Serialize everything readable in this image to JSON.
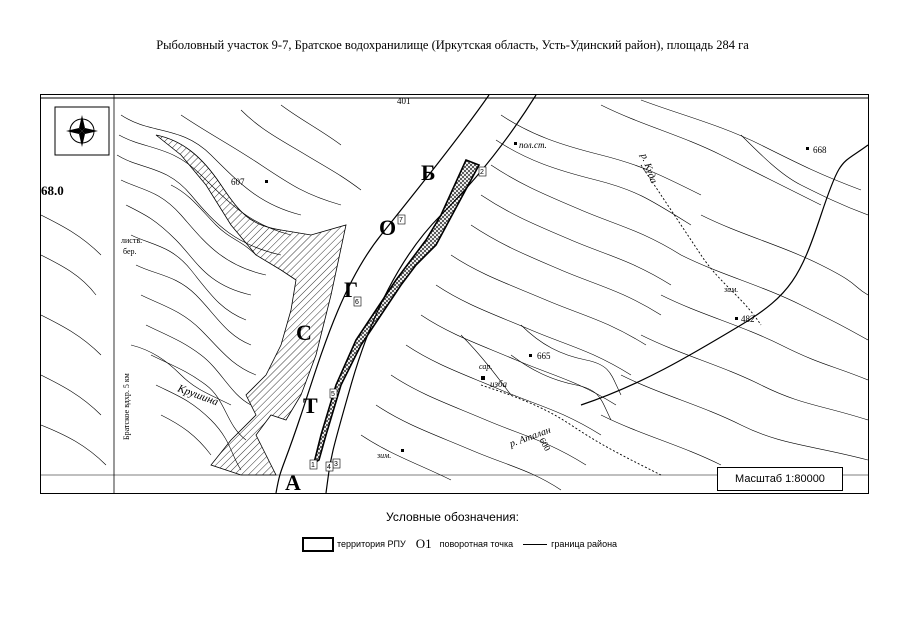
{
  "title": "Рыболовный участок 9-7, Братское водохранилище (Иркутская область, Усть-Удинский район), площадь 284 га",
  "map": {
    "compass_icon": "compass-rose-icon",
    "scale_label": "Масштаб 1:80000",
    "labels": {
      "edge_68": "68.0",
      "elev_401": "401",
      "elev_607": "607",
      "elev_668": "668",
      "elev_482": "482",
      "elev_665": "665",
      "elev_600": "600",
      "pol_st": "пол.ст.",
      "listv": "листв.",
      "ber": "бер.",
      "zim_1": "зим.",
      "zim_2": "зим.",
      "sar": "сар.",
      "izba": "изба",
      "krushina": "Крушина",
      "r_kuda": "р. Куда",
      "r_atalan": "р. Аталан",
      "bratskoe_vdkhr": "Братское вдхр. 5 км",
      "reservoir_letters": [
        "Т",
        "С",
        "Г",
        "О",
        "Б",
        "А"
      ],
      "point_1": "1",
      "point_2": "2",
      "point_3": "3",
      "point_4": "4",
      "point_5": "5",
      "point_6": "6",
      "point_7": "7"
    }
  },
  "legend": {
    "title": "Условные обозначения:",
    "territory_label": "территория РПУ",
    "point_symbol": "O1",
    "point_label": "поворотная точка",
    "boundary_label": "граница района"
  }
}
